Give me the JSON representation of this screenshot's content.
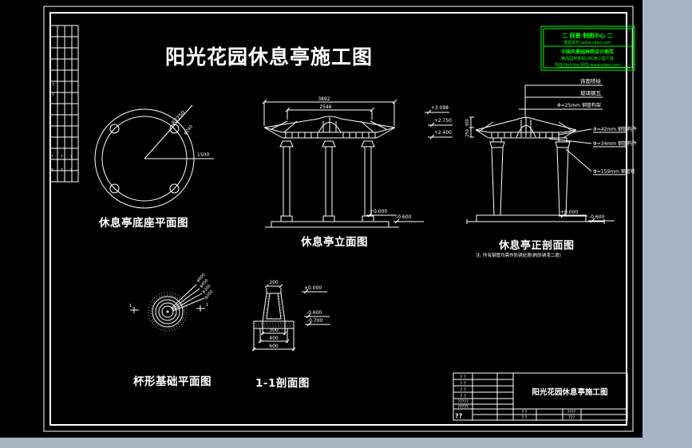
{
  "colors": {
    "window_bg": "#a6b4c4",
    "paper_bg": "#000000",
    "ink": "#ffffff",
    "watermark": "#00ff00"
  },
  "title": "阳光花园休息亭施工图",
  "watermark": {
    "l1": "二 网景 制图中心 二",
    "l2": "图纸素材 www.cdex.com",
    "l3": "中国风景园林网设计图库",
    "l4": "精品园林景观CAD施工图下载",
    "l5": "热线 Hot-line 网址 www.cdex.com"
  },
  "base_plan": {
    "caption": "休息亭底座平面图",
    "r_label": "R2250",
    "c_label": "φ240",
    "dim": "1500"
  },
  "elevation": {
    "caption": "休息亭立面图",
    "dim_overall": "3892",
    "dim_inner": "2546",
    "lvl0": "+0.000",
    "lvl1": "-0.600"
  },
  "section": {
    "caption": "休息亭正剖面图",
    "note": "注: 所有钢管均需作防锈处理(刷防锈漆二度)",
    "levels": [
      "+3.098",
      "+2.750",
      "+2.400"
    ],
    "top_labels": [
      "饰面喷绘",
      "玻璃钢瓦",
      "Φ=25mm 钢管构架"
    ],
    "right_labels": [
      "Φ=42mm 钢管构件",
      "Φ=34mm 钢管构件",
      "Φ=159mm 钢管柱"
    ],
    "roof_dims": [
      "300",
      "250"
    ],
    "lvl0": "+0.000",
    "lvl1": "-0.600"
  },
  "foundation": {
    "caption": "杯形基础平面图",
    "labels": [
      "φ600",
      "φ450",
      "φ300",
      "φ200"
    ],
    "cut": "1"
  },
  "section11": {
    "caption": "1-1剖面图",
    "dim_top": "200",
    "dim_300": "300",
    "dim_400": "400",
    "dim_600": "600",
    "lvl0": "±0.000",
    "lvl1": "-0.600",
    "lvl2": "-0.700"
  },
  "title_block": {
    "full": "阳光花园休息亭施工图",
    "rows": [
      "? ?",
      "? ?",
      "? ?",
      "? ?",
      "?????",
      "?????"
    ],
    "big": "??",
    "b1": "? ?",
    "b2": "????",
    "b3": "? ?",
    "b4": "???"
  },
  "side_table": {
    "q": [
      "?",
      "?",
      "?",
      "?",
      "?",
      "?",
      "?",
      "?"
    ]
  }
}
